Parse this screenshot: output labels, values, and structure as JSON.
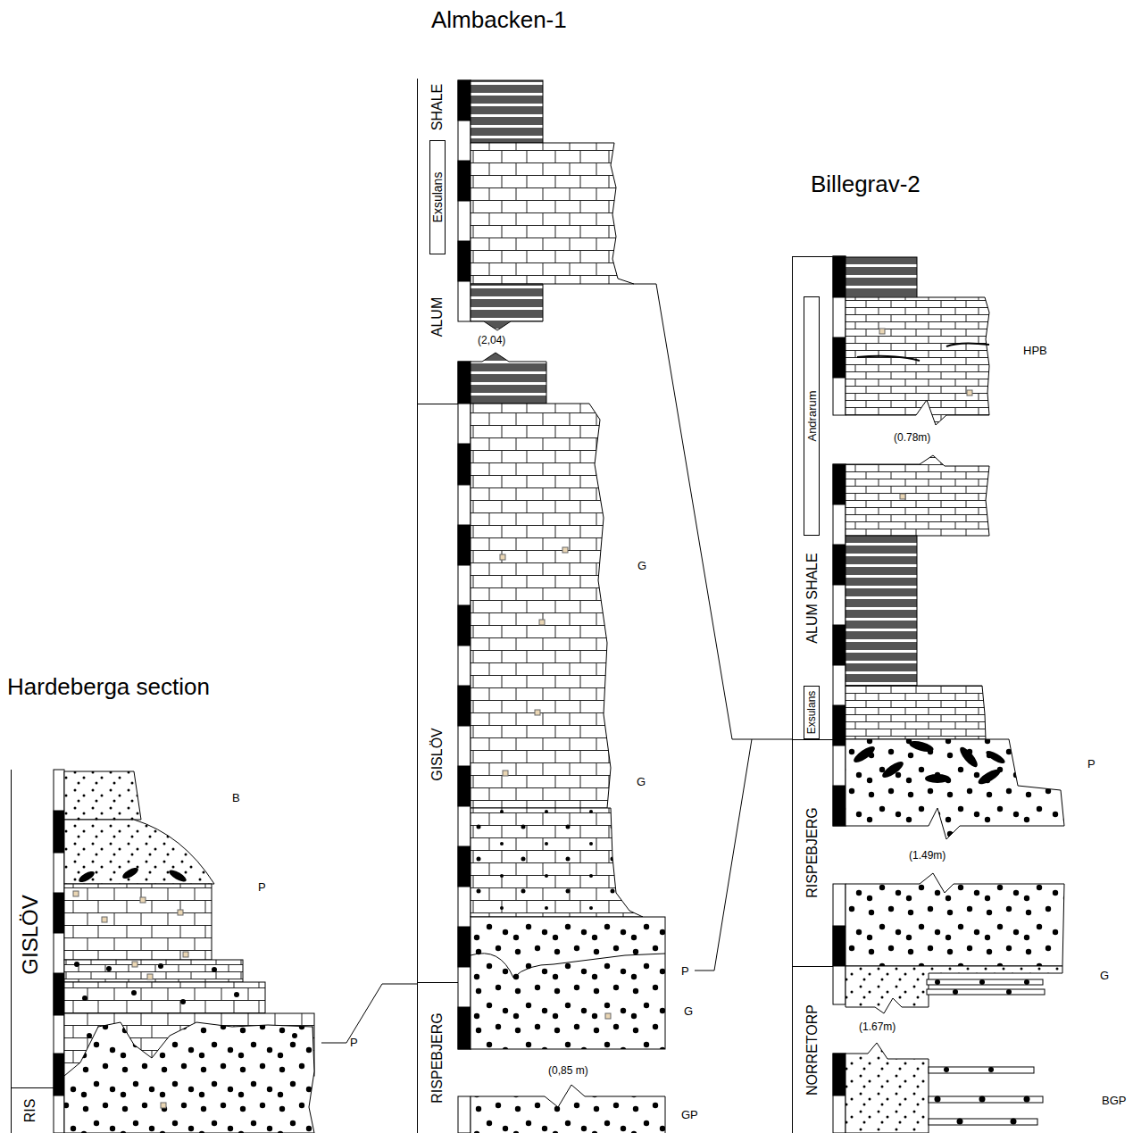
{
  "diagram": {
    "nodes": [
      {
        "text": [
          "GISLÖV"
        ]
      },
      {
        "text": [
          "RIS"
        ]
      },
      {
        "text": [
          "SHALE",
          "ALUM"
        ]
      },
      {
        "text": [
          "Exsulans"
        ],
        "in": 2
      },
      {
        "text": [
          "GISLÖV"
        ]
      },
      {
        "text": [
          "RISPEBJERG"
        ]
      },
      {
        "text": [
          "ALUM SHALE"
        ]
      },
      {
        "text": [
          "Andrarum"
        ],
        "in": 6
      },
      {
        "text": [
          "Exsulans"
        ],
        "in": 6
      },
      {
        "text": [
          "RISPEBJERG"
        ]
      },
      {
        "text": [
          "NORRETORP"
        ]
      }
    ],
    "labels": [
      "Almbacken-1",
      "Billegrav-2",
      "Hardeberga section",
      "B",
      "P",
      "P",
      "(2,04)",
      "G",
      "G",
      "P",
      "G",
      "(0,85 m)",
      "GP",
      "HPB",
      "(0.78m)",
      "P",
      "(1.49m)",
      "G",
      "(1.67m)",
      "BGP"
    ]
  }
}
